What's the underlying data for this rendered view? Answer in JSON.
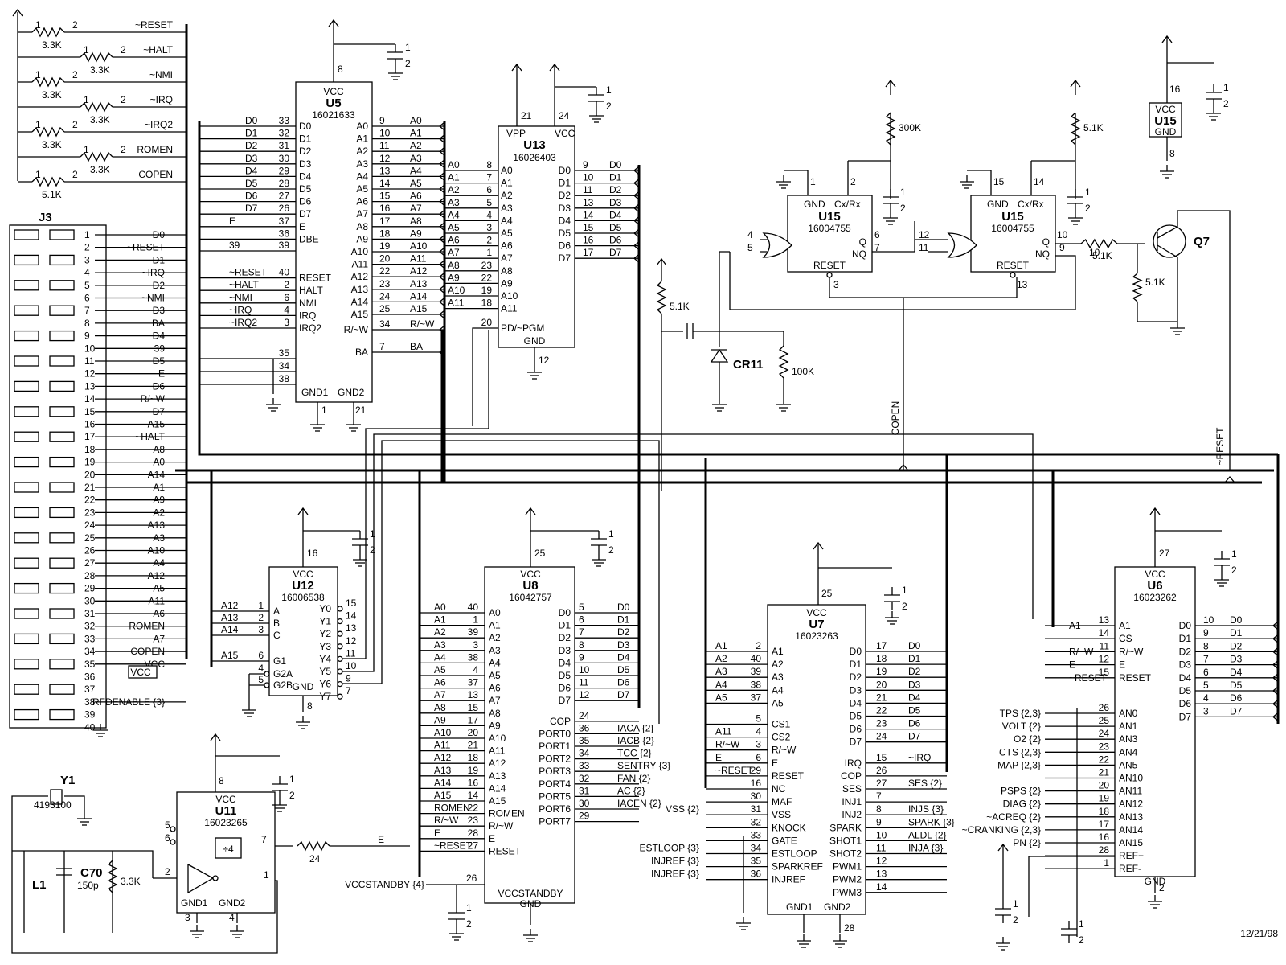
{
  "date": "12/21/98",
  "connector": {
    "name": "J3",
    "pins": [
      {
        "n": "1",
        "s": "D0"
      },
      {
        "n": "2",
        "s": "~RESET"
      },
      {
        "n": "3",
        "s": "D1"
      },
      {
        "n": "4",
        "s": "~IRQ"
      },
      {
        "n": "5",
        "s": "D2"
      },
      {
        "n": "6",
        "s": "~NMI"
      },
      {
        "n": "7",
        "s": "D3"
      },
      {
        "n": "8",
        "s": "BA"
      },
      {
        "n": "9",
        "s": "D4"
      },
      {
        "n": "10",
        "s": "39"
      },
      {
        "n": "11",
        "s": "D5"
      },
      {
        "n": "12",
        "s": "E"
      },
      {
        "n": "13",
        "s": "D6"
      },
      {
        "n": "14",
        "s": "R/~W"
      },
      {
        "n": "15",
        "s": "D7"
      },
      {
        "n": "16",
        "s": "A15"
      },
      {
        "n": "17",
        "s": "~HALT"
      },
      {
        "n": "18",
        "s": "A8"
      },
      {
        "n": "19",
        "s": "A0"
      },
      {
        "n": "20",
        "s": "A14"
      },
      {
        "n": "21",
        "s": "A1"
      },
      {
        "n": "22",
        "s": "A9"
      },
      {
        "n": "23",
        "s": "A2"
      },
      {
        "n": "24",
        "s": "A13"
      },
      {
        "n": "25",
        "s": "A3"
      },
      {
        "n": "26",
        "s": "A10"
      },
      {
        "n": "27",
        "s": "A4"
      },
      {
        "n": "28",
        "s": "A12"
      },
      {
        "n": "29",
        "s": "A5"
      },
      {
        "n": "30",
        "s": "A11"
      },
      {
        "n": "31",
        "s": "A6"
      },
      {
        "n": "32",
        "s": "ROMEN"
      },
      {
        "n": "33",
        "s": "A7"
      },
      {
        "n": "34",
        "s": "COPEN"
      },
      {
        "n": "35",
        "s": "VCC"
      },
      {
        "n": "36",
        "s": ""
      },
      {
        "n": "37",
        "s": ""
      },
      {
        "n": "38",
        "s": "RFDENABLE {3}"
      },
      {
        "n": "39",
        "s": ""
      },
      {
        "n": "40",
        "s": ""
      }
    ]
  },
  "pullups": [
    {
      "value": "3.3K",
      "net": "~RESET"
    },
    {
      "value": "3.3K",
      "net": "~HALT"
    },
    {
      "value": "3.3K",
      "net": "~NMI"
    },
    {
      "value": "3.3K",
      "net": "~IRQ"
    },
    {
      "value": "3.3K",
      "net": "~IRQ2"
    },
    {
      "value": "3.3K",
      "net": "ROMEN"
    },
    {
      "value": "5.1K",
      "net": "COPEN"
    }
  ],
  "u5": {
    "ref": "U5",
    "part": "16021633",
    "vcc": "VCC",
    "vcc_pin": "8",
    "gnd1": "GND1",
    "gnd2": "GND2",
    "gnd1_pin": "1",
    "gnd2_pin": "21",
    "left": [
      {
        "pin": "33",
        "name": "D0",
        "net": "D0"
      },
      {
        "pin": "32",
        "name": "D1",
        "net": "D1"
      },
      {
        "pin": "31",
        "name": "D2",
        "net": "D2"
      },
      {
        "pin": "30",
        "name": "D3",
        "net": "D3"
      },
      {
        "pin": "29",
        "name": "D4",
        "net": "D4"
      },
      {
        "pin": "28",
        "name": "D5",
        "net": "D5"
      },
      {
        "pin": "27",
        "name": "D6",
        "net": "D6"
      },
      {
        "pin": "26",
        "name": "D7",
        "net": "D7"
      },
      {
        "pin": "37",
        "name": "E",
        "net": "E"
      },
      {
        "pin": "36",
        "name": "DBE",
        "net": ""
      },
      {
        "pin": "39",
        "name": "",
        "net": "39"
      },
      {
        "pin": "40",
        "name": "RESET",
        "net": "~RESET"
      },
      {
        "pin": "2",
        "name": "HALT",
        "net": "~HALT"
      },
      {
        "pin": "6",
        "name": "NMI",
        "net": "~NMI"
      },
      {
        "pin": "4",
        "name": "IRQ",
        "net": "~IRQ"
      },
      {
        "pin": "3",
        "name": "IRQ2",
        "net": "~IRQ2"
      },
      {
        "pin": "35",
        "name": "",
        "net": ""
      },
      {
        "pin": "34",
        "name": "",
        "net": ""
      },
      {
        "pin": "38",
        "name": "",
        "net": ""
      }
    ],
    "right": [
      {
        "pin": "9",
        "name": "A0",
        "net": "A0"
      },
      {
        "pin": "10",
        "name": "A1",
        "net": "A1"
      },
      {
        "pin": "11",
        "name": "A2",
        "net": "A2"
      },
      {
        "pin": "12",
        "name": "A3",
        "net": "A3"
      },
      {
        "pin": "13",
        "name": "A4",
        "net": "A4"
      },
      {
        "pin": "14",
        "name": "A5",
        "net": "A5"
      },
      {
        "pin": "15",
        "name": "A6",
        "net": "A6"
      },
      {
        "pin": "16",
        "name": "A7",
        "net": "A7"
      },
      {
        "pin": "17",
        "name": "A8",
        "net": "A8"
      },
      {
        "pin": "18",
        "name": "A9",
        "net": "A9"
      },
      {
        "pin": "19",
        "name": "A10",
        "net": "A10"
      },
      {
        "pin": "20",
        "name": "A11",
        "net": "A11"
      },
      {
        "pin": "22",
        "name": "A12",
        "net": "A12"
      },
      {
        "pin": "23",
        "name": "A13",
        "net": "A13"
      },
      {
        "pin": "24",
        "name": "A14",
        "net": "A14"
      },
      {
        "pin": "25",
        "name": "A15",
        "net": "A15"
      },
      {
        "pin": "34",
        "name": "R/~W",
        "net": "R/~W"
      },
      {
        "pin": "7",
        "name": "BA",
        "net": "BA"
      }
    ]
  },
  "u13": {
    "ref": "U13",
    "part": "16026403",
    "vpp": "VPP",
    "vcc": "VCC",
    "vpp_pin": "21",
    "vcc_pin": "24",
    "gnd": "GND",
    "gnd_pin": "12",
    "left": [
      {
        "pin": "8",
        "name": "A0",
        "net": "A0"
      },
      {
        "pin": "7",
        "name": "A1",
        "net": "A1"
      },
      {
        "pin": "6",
        "name": "A2",
        "net": "A2"
      },
      {
        "pin": "5",
        "name": "A3",
        "net": "A3"
      },
      {
        "pin": "4",
        "name": "A4",
        "net": "A4"
      },
      {
        "pin": "3",
        "name": "A5",
        "net": "A5"
      },
      {
        "pin": "2",
        "name": "A6",
        "net": "A6"
      },
      {
        "pin": "1",
        "name": "A7",
        "net": "A7"
      },
      {
        "pin": "23",
        "name": "A8",
        "net": "A8"
      },
      {
        "pin": "22",
        "name": "A9",
        "net": "A9"
      },
      {
        "pin": "19",
        "name": "A10",
        "net": "A10"
      },
      {
        "pin": "18",
        "name": "A11",
        "net": "A11"
      },
      {
        "pin": "20",
        "name": "PD/~PGM",
        "net": ""
      }
    ],
    "right": [
      {
        "pin": "9",
        "name": "D0",
        "net": "D0"
      },
      {
        "pin": "10",
        "name": "D1",
        "net": "D1"
      },
      {
        "pin": "11",
        "name": "D2",
        "net": "D2"
      },
      {
        "pin": "13",
        "name": "D3",
        "net": "D3"
      },
      {
        "pin": "14",
        "name": "D4",
        "net": "D4"
      },
      {
        "pin": "15",
        "name": "D5",
        "net": "D5"
      },
      {
        "pin": "16",
        "name": "D6",
        "net": "D6"
      },
      {
        "pin": "17",
        "name": "D7",
        "net": "D7"
      }
    ]
  },
  "u12": {
    "ref": "U12",
    "part": "16006538",
    "vcc": "VCC",
    "vcc_pin": "16",
    "gnd": "GND",
    "gnd_pin": "8",
    "left": [
      {
        "pin": "1",
        "name": "A",
        "net": "A12"
      },
      {
        "pin": "2",
        "name": "B",
        "net": "A13"
      },
      {
        "pin": "3",
        "name": "C",
        "net": "A14"
      },
      {
        "pin": "6",
        "name": "G1",
        "net": "A15"
      },
      {
        "pin": "4",
        "name": "G2A",
        "net": ""
      },
      {
        "pin": "5",
        "name": "G2B",
        "net": ""
      }
    ],
    "right": [
      {
        "pin": "15",
        "name": "Y0"
      },
      {
        "pin": "14",
        "name": "Y1"
      },
      {
        "pin": "13",
        "name": "Y2"
      },
      {
        "pin": "12",
        "name": "Y3"
      },
      {
        "pin": "11",
        "name": "Y4"
      },
      {
        "pin": "10",
        "name": "Y5"
      },
      {
        "pin": "9",
        "name": "Y6"
      },
      {
        "pin": "7",
        "name": "Y7"
      }
    ]
  },
  "u8": {
    "ref": "U8",
    "part": "16042757",
    "vcc": "VCC",
    "vcc_pin": "25",
    "gnd": "GND",
    "vccsb": "VCCSTANDBY",
    "vccsb_pin": "26",
    "vccsb_net": "VCCSTANDBY {4}",
    "left": [
      {
        "pin": "40",
        "name": "A0",
        "net": "A0"
      },
      {
        "pin": "1",
        "name": "A1",
        "net": "A1"
      },
      {
        "pin": "39",
        "name": "A2",
        "net": "A2"
      },
      {
        "pin": "3",
        "name": "A3",
        "net": "A3"
      },
      {
        "pin": "38",
        "name": "A4",
        "net": "A4"
      },
      {
        "pin": "4",
        "name": "A5",
        "net": "A5"
      },
      {
        "pin": "37",
        "name": "A6",
        "net": "A6"
      },
      {
        "pin": "13",
        "name": "A7",
        "net": "A7"
      },
      {
        "pin": "15",
        "name": "A8",
        "net": "A8"
      },
      {
        "pin": "17",
        "name": "A9",
        "net": "A9"
      },
      {
        "pin": "20",
        "name": "A10",
        "net": "A10"
      },
      {
        "pin": "21",
        "name": "A11",
        "net": "A11"
      },
      {
        "pin": "18",
        "name": "A12",
        "net": "A12"
      },
      {
        "pin": "19",
        "name": "A13",
        "net": "A13"
      },
      {
        "pin": "16",
        "name": "A14",
        "net": "A14"
      },
      {
        "pin": "14",
        "name": "A15",
        "net": "A15"
      },
      {
        "pin": "22",
        "name": "ROMEN",
        "net": "ROMEN"
      },
      {
        "pin": "23",
        "name": "R/~W",
        "net": "R/~W"
      },
      {
        "pin": "28",
        "name": "E",
        "net": "E"
      },
      {
        "pin": "27",
        "name": "RESET",
        "net": "~RESET"
      }
    ],
    "right": [
      {
        "pin": "5",
        "name": "D0",
        "net": "D0"
      },
      {
        "pin": "6",
        "name": "D1",
        "net": "D1"
      },
      {
        "pin": "7",
        "name": "D2",
        "net": "D2"
      },
      {
        "pin": "8",
        "name": "D3",
        "net": "D3"
      },
      {
        "pin": "9",
        "name": "D4",
        "net": "D4"
      },
      {
        "pin": "10",
        "name": "D5",
        "net": "D5"
      },
      {
        "pin": "11",
        "name": "D6",
        "net": "D6"
      },
      {
        "pin": "12",
        "name": "D7",
        "net": "D7"
      },
      {
        "pin": "24",
        "name": "COP",
        "net": ""
      },
      {
        "pin": "36",
        "name": "PORT0",
        "net": "IACA {2}"
      },
      {
        "pin": "35",
        "name": "PORT1",
        "net": "IACB {2}"
      },
      {
        "pin": "34",
        "name": "PORT2",
        "net": "TCC {2}"
      },
      {
        "pin": "33",
        "name": "PORT3",
        "net": "SENTRY {3}"
      },
      {
        "pin": "32",
        "name": "PORT4",
        "net": "FAN {2}"
      },
      {
        "pin": "31",
        "name": "PORT5",
        "net": "AC {2}"
      },
      {
        "pin": "30",
        "name": "PORT6",
        "net": "IACEN {2}"
      },
      {
        "pin": "29",
        "name": "PORT7",
        "net": ""
      }
    ]
  },
  "u7": {
    "ref": "U7",
    "part": "16023263",
    "vcc": "VCC",
    "vcc_pin": "25",
    "gnd1": "GND1",
    "gnd2": "GND2",
    "gnd2_pin": "28",
    "left": [
      {
        "pin": "2",
        "name": "A1",
        "net": "A1"
      },
      {
        "pin": "40",
        "name": "A2",
        "net": "A2"
      },
      {
        "pin": "39",
        "name": "A3",
        "net": "A3"
      },
      {
        "pin": "38",
        "name": "A4",
        "net": "A4"
      },
      {
        "pin": "37",
        "name": "A5",
        "net": "A5"
      },
      {
        "pin": "5",
        "name": "CS1",
        "net": ""
      },
      {
        "pin": "4",
        "name": "CS2",
        "net": "A11"
      },
      {
        "pin": "3",
        "name": "R/~W",
        "net": "R/~W"
      },
      {
        "pin": "6",
        "name": "E",
        "net": "E"
      },
      {
        "pin": "29",
        "name": "RESET",
        "net": "~RESET"
      },
      {
        "pin": "16",
        "name": "NC",
        "net": ""
      },
      {
        "pin": "30",
        "name": "MAF",
        "net": ""
      },
      {
        "pin": "31",
        "name": "VSS",
        "net": "VSS {2}"
      },
      {
        "pin": "32",
        "name": "KNOCK",
        "net": ""
      },
      {
        "pin": "33",
        "name": "GATE",
        "net": ""
      },
      {
        "pin": "34",
        "name": "ESTLOOP",
        "net": "ESTLOOP {3}"
      },
      {
        "pin": "35",
        "name": "SPARKREF",
        "net": "INJREF {3}"
      },
      {
        "pin": "36",
        "name": "INJREF",
        "net": "INJREF {3}"
      }
    ],
    "right": [
      {
        "pin": "17",
        "name": "D0",
        "net": "D0"
      },
      {
        "pin": "18",
        "name": "D1",
        "net": "D1"
      },
      {
        "pin": "19",
        "name": "D2",
        "net": "D2"
      },
      {
        "pin": "20",
        "name": "D3",
        "net": "D3"
      },
      {
        "pin": "21",
        "name": "D4",
        "net": "D4"
      },
      {
        "pin": "22",
        "name": "D5",
        "net": "D5"
      },
      {
        "pin": "23",
        "name": "D6",
        "net": "D6"
      },
      {
        "pin": "24",
        "name": "D7",
        "net": "D7"
      },
      {
        "pin": "15",
        "name": "IRQ",
        "net": "~IRQ"
      },
      {
        "pin": "26",
        "name": "COP",
        "net": ""
      },
      {
        "pin": "27",
        "name": "SES",
        "net": "SES {2}"
      },
      {
        "pin": "7",
        "name": "INJ1",
        "net": ""
      },
      {
        "pin": "8",
        "name": "INJ2",
        "net": "INJS {3}"
      },
      {
        "pin": "9",
        "name": "SPARK",
        "net": "SPARK {3}"
      },
      {
        "pin": "10",
        "name": "SHOT1",
        "net": "ALDL {2}"
      },
      {
        "pin": "11",
        "name": "SHOT2",
        "net": "INJA {3}"
      },
      {
        "pin": "12",
        "name": "PWM1",
        "net": ""
      },
      {
        "pin": "13",
        "name": "PWM2",
        "net": ""
      },
      {
        "pin": "14",
        "name": "PWM3",
        "net": ""
      }
    ]
  },
  "u6": {
    "ref": "U6",
    "part": "16023262",
    "vcc": "VCC",
    "vcc_pin": "27",
    "gnd": "GND",
    "gnd_pin": "2",
    "left": [
      {
        "pin": "13",
        "name": "A1",
        "net": "A1"
      },
      {
        "pin": "14",
        "name": "CS",
        "net": ""
      },
      {
        "pin": "11",
        "name": "R/~W",
        "net": "R/~W"
      },
      {
        "pin": "12",
        "name": "E",
        "net": "E"
      },
      {
        "pin": "15",
        "name": "RESET",
        "net": "~RESET"
      },
      {
        "pin": "26",
        "name": "AN0",
        "net": "TPS {2,3}"
      },
      {
        "pin": "25",
        "name": "AN1",
        "net": "VOLT {2}"
      },
      {
        "pin": "24",
        "name": "AN3",
        "net": "O2 {2}"
      },
      {
        "pin": "23",
        "name": "AN4",
        "net": "CTS {2,3}"
      },
      {
        "pin": "22",
        "name": "AN5",
        "net": "MAP {2,3}"
      },
      {
        "pin": "21",
        "name": "AN10",
        "net": ""
      },
      {
        "pin": "20",
        "name": "AN11",
        "net": "PSPS {2}"
      },
      {
        "pin": "19",
        "name": "AN12",
        "net": "DIAG {2}"
      },
      {
        "pin": "18",
        "name": "AN13",
        "net": "~ACREQ {2}"
      },
      {
        "pin": "17",
        "name": "AN14",
        "net": "~CRANKING {2,3}"
      },
      {
        "pin": "16",
        "name": "AN15",
        "net": "PN {2}"
      },
      {
        "pin": "28",
        "name": "REF+",
        "net": ""
      },
      {
        "pin": "1",
        "name": "REF-",
        "net": ""
      }
    ],
    "right": [
      {
        "pin": "10",
        "name": "D0",
        "net": "D0"
      },
      {
        "pin": "9",
        "name": "D1",
        "net": "D1"
      },
      {
        "pin": "8",
        "name": "D2",
        "net": "D2"
      },
      {
        "pin": "7",
        "name": "D3",
        "net": "D3"
      },
      {
        "pin": "6",
        "name": "D4",
        "net": "D4"
      },
      {
        "pin": "5",
        "name": "D5",
        "net": "D5"
      },
      {
        "pin": "4",
        "name": "D6",
        "net": "D6"
      },
      {
        "pin": "3",
        "name": "D7",
        "net": "D7"
      }
    ]
  },
  "u11": {
    "ref": "U11",
    "part": "16023265",
    "vcc": "VCC",
    "vcc_pin": "8",
    "gnd1": "GND1",
    "gnd2": "GND2",
    "gnd1_pin": "3",
    "gnd2_pin": "4",
    "div": "÷4",
    "out_pin": "7",
    "in_pin": "2",
    "pin5": "5",
    "pin6": "6",
    "pin1": "1",
    "out_net": "E",
    "r_value": "24"
  },
  "osc": {
    "crystal": "Y1",
    "crystal_value": "4193100",
    "inductor": "L1",
    "cap": "C70",
    "cap_value": "150p",
    "res_value": "3.3K"
  },
  "u15a": {
    "ref": "U15",
    "part": "16004755",
    "gnd": "GND",
    "cxrx": "Cx/Rx",
    "q": "Q",
    "nq": "NQ",
    "reset": "RESET",
    "pin_gnd": "1",
    "pin_cx": "2",
    "pin_q": "6",
    "pin_nq": "7",
    "pin_reset": "3",
    "in_a": "4",
    "in_b": "5",
    "r_value": "300K"
  },
  "u15b": {
    "ref": "U15",
    "part": "16004755",
    "gnd": "GND",
    "cxrx": "Cx/Rx",
    "q": "Q",
    "nq": "NQ",
    "reset": "RESET",
    "pin_gnd": "15",
    "pin_cx": "14",
    "pin_q": "10",
    "pin_nq": "9",
    "pin_reset": "13",
    "in_a": "12",
    "in_b": "11",
    "r_value": "5.1K"
  },
  "u15c": {
    "ref": "U15",
    "vcc": "VCC",
    "gnd": "GND",
    "vcc_pin": "16",
    "gnd_pin": "8"
  },
  "q7": {
    "ref": "Q7",
    "r_base": "5.1K",
    "r_pd": "5.1K"
  },
  "cr11": {
    "ref": "CR11",
    "r_top": "5.1K",
    "r_bottom": "100K"
  },
  "nets": {
    "copen": "COPEN",
    "reset": "~RESET"
  }
}
